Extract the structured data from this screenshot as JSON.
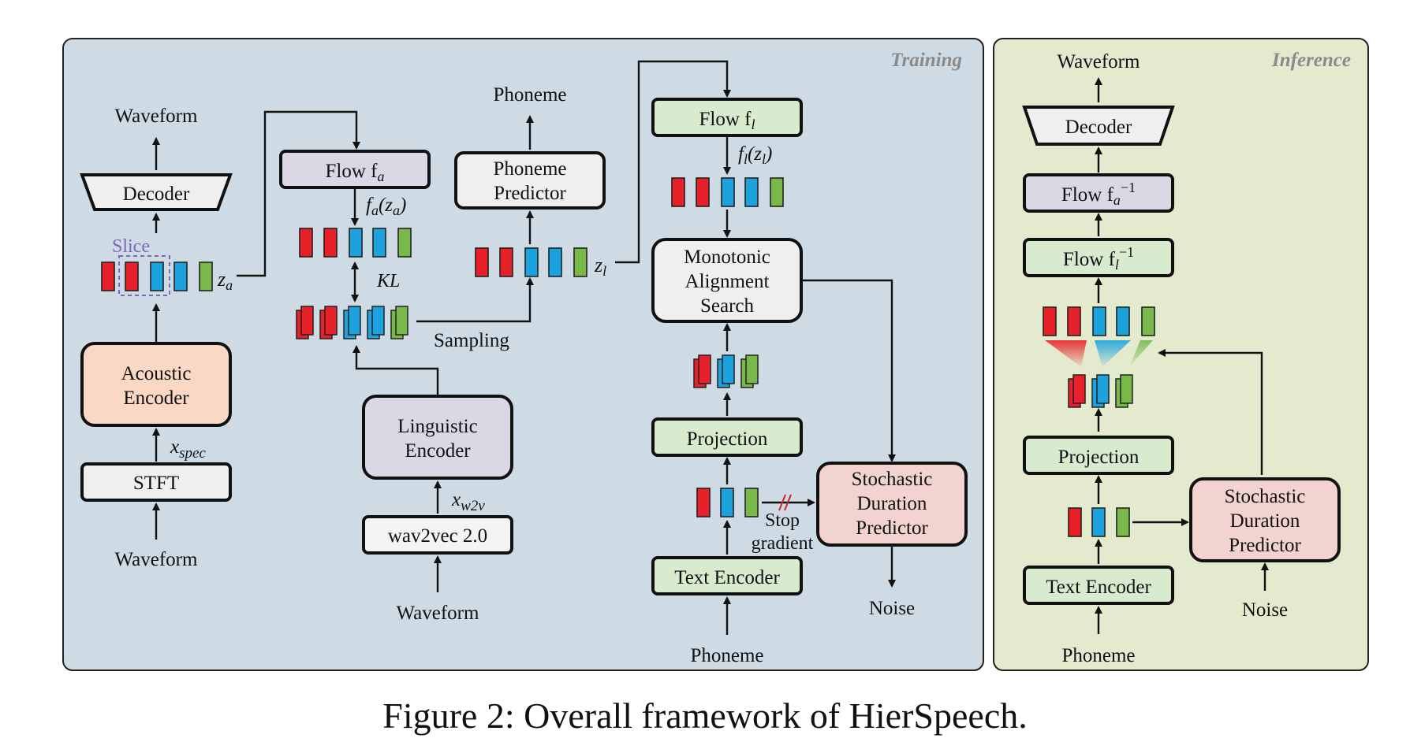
{
  "caption": "Figure 2: Overall framework of HierSpeech.",
  "panels": {
    "training": {
      "label": "Training",
      "bg": "#cedae4"
    },
    "inference": {
      "label": "Inference",
      "bg": "#e3eace"
    }
  },
  "colors": {
    "red": "#e8202a",
    "blue": "#1ca2dc",
    "green": "#78b94a",
    "acoustic_fill": "#f9d9c6",
    "purple_fill": "#dcd7e4",
    "green_fill": "#d8ebcf",
    "pink_fill": "#f3d3cf",
    "gray_fill": "#efefef",
    "slice_border": "#7b68b8"
  },
  "training": {
    "waveform_top": "Waveform",
    "decoder": "Decoder",
    "slice": "Slice",
    "z_a": "z",
    "z_a_sub": "a",
    "acoustic_encoder": [
      "Acoustic",
      "Encoder"
    ],
    "x_spec": "x",
    "x_spec_sub": "spec",
    "stft": "STFT",
    "waveform_bottom": "Waveform",
    "flow_fa": "Flow f",
    "flow_fa_sub": "a",
    "fa_za": "f",
    "fa_za_sub": "a",
    "fa_za_arg": "(z",
    "fa_za_arg_sub": "a",
    "fa_za_close": ")",
    "kl": "KL",
    "sampling": "Sampling",
    "linguistic_encoder": [
      "Linguistic",
      "Encoder"
    ],
    "x_w2v": "x",
    "x_w2v_sub": "w2v",
    "wav2vec": "wav2vec 2.0",
    "waveform_ling": "Waveform",
    "phoneme_top": "Phoneme",
    "phoneme_predictor": [
      "Phoneme",
      "Predictor"
    ],
    "z_l": "z",
    "z_l_sub": "l",
    "flow_fl": "Flow f",
    "flow_fl_sub": "l",
    "fl_zl": "f",
    "fl_zl_sub": "l",
    "fl_zl_arg": "(z",
    "fl_zl_arg_sub": "l",
    "fl_zl_close": ")",
    "mas": [
      "Monotonic",
      "Alignment",
      "Search"
    ],
    "projection": "Projection",
    "stop_gradient": [
      "Stop",
      "gradient"
    ],
    "sdp": [
      "Stochastic",
      "Duration",
      "Predictor"
    ],
    "noise": "Noise",
    "text_encoder": "Text Encoder",
    "phoneme_bottom": "Phoneme"
  },
  "inference": {
    "waveform": "Waveform",
    "decoder": "Decoder",
    "flow_fa_inv": "Flow f",
    "flow_fa_inv_sub": "a",
    "flow_fa_inv_sup": "−1",
    "flow_fl_inv": "Flow f",
    "flow_fl_inv_sub": "l",
    "flow_fl_inv_sup": "−1",
    "projection": "Projection",
    "sdp": [
      "Stochastic",
      "Duration",
      "Predictor"
    ],
    "text_encoder": "Text Encoder",
    "noise": "Noise",
    "phoneme": "Phoneme"
  }
}
